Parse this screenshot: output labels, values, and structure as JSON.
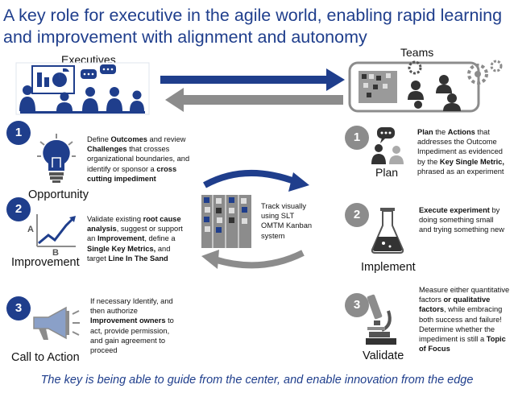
{
  "title": {
    "line1": "A key role for executive in the agile world, enabling rapid learning",
    "line2": "and improvement with alignment and autonomy"
  },
  "executives_label": "Executives",
  "teams_label": "Teams",
  "left_steps": [
    {
      "number": "1",
      "heading": "Opportunity",
      "icon": "lightbulb-icon",
      "text": [
        {
          "t": "Define ",
          "b": false
        },
        {
          "t": "Outcomes",
          "b": true
        },
        {
          "t": " and review ",
          "b": false
        },
        {
          "t": "Challenges",
          "b": true
        },
        {
          "t": " that crosses organizational boundaries, and identify or sponsor a ",
          "b": false
        },
        {
          "t": "cross cutting impediment",
          "b": true
        }
      ]
    },
    {
      "number": "2",
      "heading": "Improvement",
      "icon": "line-chart-icon",
      "text": [
        {
          "t": "Validate existing ",
          "b": false
        },
        {
          "t": "root cause analysis",
          "b": true
        },
        {
          "t": ", suggest or support an ",
          "b": false
        },
        {
          "t": "Improvement",
          "b": true
        },
        {
          "t": ", define a ",
          "b": false
        },
        {
          "t": "Single Key Metrics,",
          "b": true
        },
        {
          "t": " and target ",
          "b": false
        },
        {
          "t": "Line In The Sand",
          "b": true
        }
      ]
    },
    {
      "number": "3",
      "heading": "Call to Action",
      "icon": "megaphone-icon",
      "text": [
        {
          "t": "If necessary Identify, and then authorize ",
          "b": false
        },
        {
          "t": "Improvement owners",
          "b": true
        },
        {
          "t": " to act, provide permission, and gain agreement to proceed",
          "b": false
        }
      ]
    }
  ],
  "right_steps": [
    {
      "number": "1",
      "heading": "Plan",
      "icon": "people-chat-icon",
      "text": [
        {
          "t": "Plan",
          "b": true
        },
        {
          "t": " the ",
          "b": false
        },
        {
          "t": "Actions",
          "b": true
        },
        {
          "t": " that addresses the Outcome Impediment as evidenced by the ",
          "b": false
        },
        {
          "t": "Key Single Metric,",
          "b": true
        },
        {
          "t": " phrased as an experiment",
          "b": false
        }
      ]
    },
    {
      "number": "2",
      "heading": "Implement",
      "icon": "flask-icon",
      "text": [
        {
          "t": "Execute experiment",
          "b": true
        },
        {
          "t": " by doing something small and trying something new",
          "b": false
        }
      ]
    },
    {
      "number": "3",
      "heading": "Validate",
      "icon": "microscope-icon",
      "text": [
        {
          "t": "Measure either quantitative factors ",
          "b": false
        },
        {
          "t": "or qualitative factors",
          "b": true
        },
        {
          "t": ", while embracing both success and failure! Determine whether the impediment is still a ",
          "b": false
        },
        {
          "t": "Topic of Focus",
          "b": true
        }
      ]
    }
  ],
  "center_text": "Track visually using SLT OMTM Kanban system",
  "footer": "The key is being able to guide from the center, and enable innovation from the edge",
  "colors": {
    "blue": "#1f3e8c",
    "gray": "#8c8c8c",
    "dark": "#333333"
  }
}
